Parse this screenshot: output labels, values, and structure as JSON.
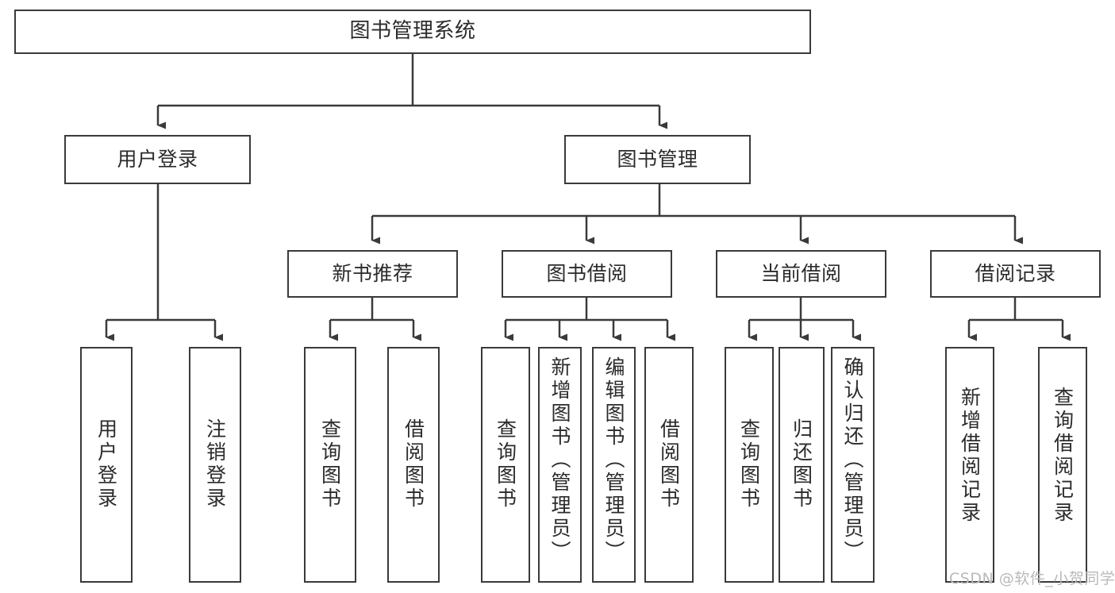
{
  "diagram": {
    "title": "图书管理系统",
    "type": "tree-hierarchy",
    "root": {
      "label": "图书管理系统"
    },
    "level2": [
      {
        "label": "用户登录"
      },
      {
        "label": "图书管理"
      }
    ],
    "level3": [
      {
        "label": "新书推荐"
      },
      {
        "label": "图书借阅"
      },
      {
        "label": "当前借阅"
      },
      {
        "label": "借阅记录"
      }
    ],
    "leaves": {
      "user_login": [
        {
          "label": "用户登录"
        },
        {
          "label": "注销登录"
        }
      ],
      "new_book_recommend": [
        {
          "label": "查询图书"
        },
        {
          "label": "借阅图书"
        }
      ],
      "book_borrow": [
        {
          "label": "查询图书"
        },
        {
          "label": "新增图书（管理员）"
        },
        {
          "label": "编辑图书（管理员）"
        },
        {
          "label": "借阅图书"
        }
      ],
      "current_borrow": [
        {
          "label": "查询图书"
        },
        {
          "label": "归还图书"
        },
        {
          "label": "确认归还（管理员）"
        }
      ],
      "borrow_records": [
        {
          "label": "新增借阅记录"
        },
        {
          "label": "查询借阅记录"
        }
      ]
    }
  },
  "watermark": {
    "text": "CSDN @软件_小贺同学"
  },
  "colors": {
    "stroke": "#3a3a3a",
    "background": "#ffffff",
    "text": "#2b2b2b",
    "watermark": "#b9b9b9"
  }
}
